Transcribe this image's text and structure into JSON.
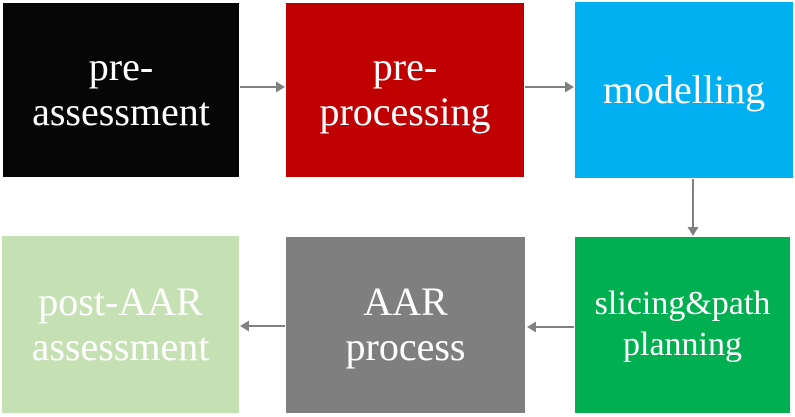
{
  "figure": {
    "background": "#ffffff",
    "text_color": "#ffffff",
    "arrow_color": "#808080",
    "boxes": {
      "pre_assessment": {
        "line1": "pre-",
        "line2": "assessment",
        "color": "#060606"
      },
      "pre_processing": {
        "line1": "pre-",
        "line2": "processing",
        "color": "#c00000"
      },
      "modelling": {
        "line1": "modelling",
        "color": "#00b0f0"
      },
      "slicing_path_planning": {
        "line1": "slicing&path",
        "line2": "planning",
        "color": "#00b050"
      },
      "aar_process": {
        "line1": "AAR",
        "line2": "process",
        "color": "#7f7f7f"
      },
      "post_aar_assessment": {
        "line1": "post-AAR",
        "line2": "assessment",
        "color": "#c5e0b3"
      }
    },
    "arrows": [
      {
        "from": "pre-assessment",
        "to": "pre-processing",
        "direction": "right"
      },
      {
        "from": "pre-processing",
        "to": "modelling",
        "direction": "right"
      },
      {
        "from": "modelling",
        "to": "slicing&path planning",
        "direction": "down"
      },
      {
        "from": "slicing&path planning",
        "to": "AAR process",
        "direction": "left"
      },
      {
        "from": "AAR process",
        "to": "post-AAR assessment",
        "direction": "left"
      }
    ]
  }
}
